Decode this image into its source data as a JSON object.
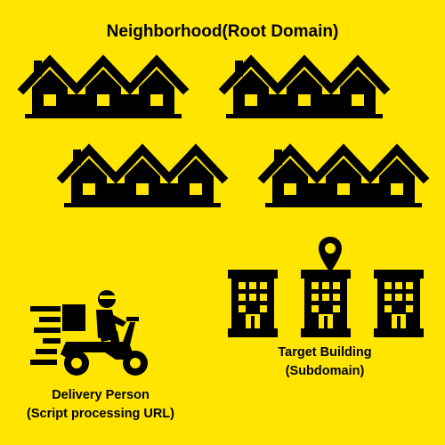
{
  "title": "Neighborhood(Root Domain)",
  "target": {
    "line1": "Target Building",
    "line2": "(Subdomain)"
  },
  "delivery": {
    "line1": "Delivery Person",
    "line2": "(Script processing URL)"
  },
  "colors": {
    "background": "#FFE500",
    "ink": "#000000"
  },
  "icons": [
    "house-row-icon",
    "house-row-icon",
    "house-row-icon",
    "house-row-icon",
    "location-pin-icon",
    "office-building-icon",
    "delivery-scooter-icon"
  ]
}
